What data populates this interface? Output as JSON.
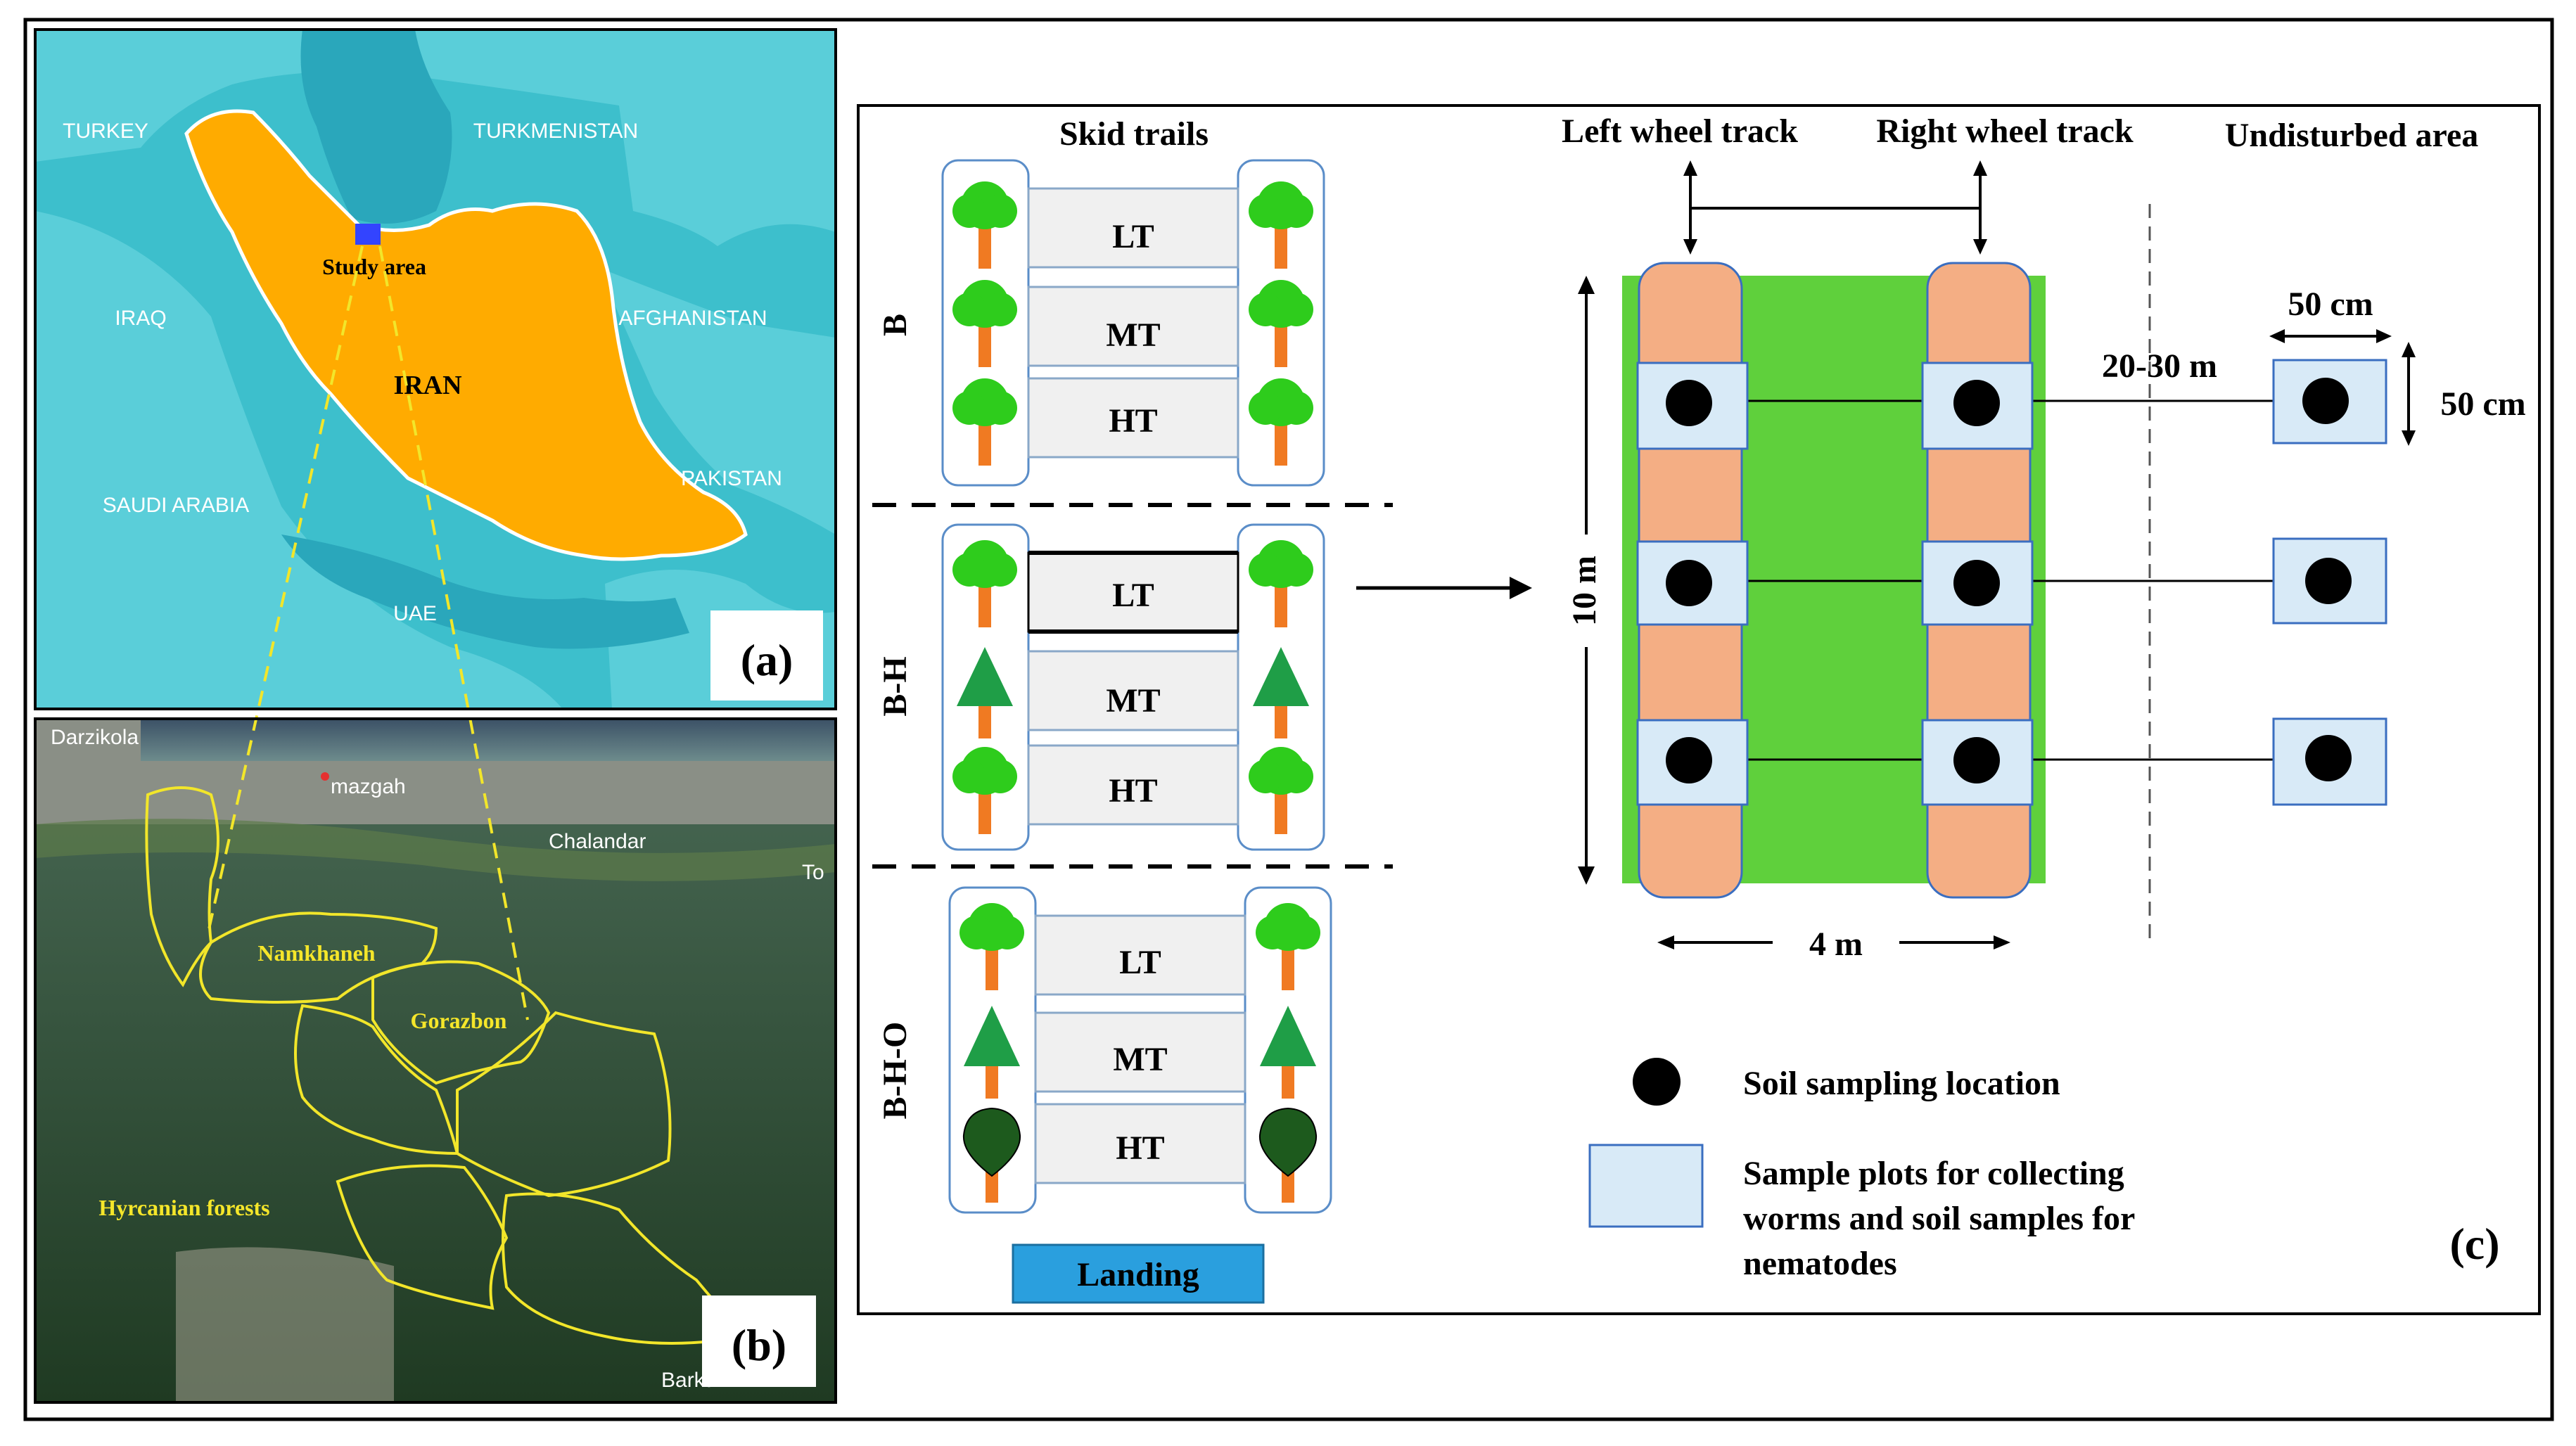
{
  "panel_a": {
    "countries": [
      "TURKEY",
      "TURKMENISTAN",
      "IRAQ",
      "AFGHANISTAN",
      "SAUDI ARABIA",
      "PAKISTAN",
      "UAE"
    ],
    "iran_label": "IRAN",
    "study_area_label": "Study area",
    "panel_label": "(a)",
    "colors": {
      "sea": "#3dbfcc",
      "land": "#5fd0da",
      "iran": "#ffab00",
      "study_marker": "#3344ff"
    }
  },
  "panel_b": {
    "towns": [
      "Darzikola",
      "mazgah",
      "Chalandar",
      "To",
      "Barkan"
    ],
    "districts": [
      "Namkhaneh",
      "Gorazbon"
    ],
    "forest_label": "Hyrcanian forests",
    "panel_label": "(b)",
    "colors": {
      "boundary": "#f2e62a",
      "district_text": "#f5e62a"
    }
  },
  "panel_c": {
    "skid_trails_title": "Skid trails",
    "trail_groups": [
      {
        "label": "B",
        "rows": [
          "LT",
          "MT",
          "HT"
        ]
      },
      {
        "label": "B-H",
        "rows": [
          "LT",
          "MT",
          "HT"
        ]
      },
      {
        "label": "B-H-O",
        "rows": [
          "LT",
          "MT",
          "HT"
        ]
      }
    ],
    "landing_label": "Landing",
    "left_track_label": "Left wheel track",
    "right_track_label": "Right wheel track",
    "undisturbed_label": "Undisturbed area",
    "distance_label": "20-30 m",
    "length_label": "10 m",
    "width_label": "4 m",
    "plot_width_label": "50 cm",
    "plot_height_label": "50 cm",
    "legend": {
      "sampling_location": "Soil sampling location",
      "sample_plots": [
        "Sample plots for collecting",
        "worms and soil samples for",
        "nematodes"
      ]
    },
    "panel_label": "(c)",
    "colors": {
      "trail_green": "#5fd03c",
      "track_orange": "#f4ae84",
      "plot_fill": "#d8eaf7",
      "landing": "#2a9fde",
      "tree_green": "#2ecc1c",
      "conifer_green": "#1f9e47",
      "dark_tree": "#1d5a1d",
      "trunk": "#f07a22"
    }
  }
}
